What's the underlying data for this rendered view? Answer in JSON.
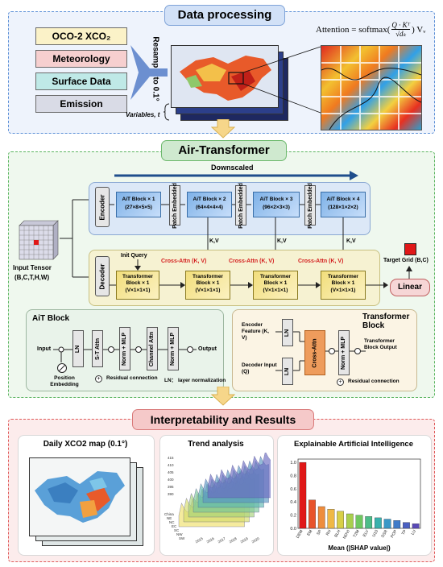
{
  "data_processing": {
    "title": "Data processing",
    "inputs": [
      "OCO-2 XCO₂",
      "Meteorology",
      "Surface Data",
      "Emission"
    ],
    "resample": "Resample to 0.1°",
    "variables": "Variables, t",
    "attention": "Attention = softmax(",
    "attn_num": "Q · Kᵀ",
    "attn_den": "√dₖ",
    "attn_tail": ") Vᵥ"
  },
  "air_transformer": {
    "title": "Air-Transformer",
    "downscaled": "Downscaled",
    "input_tensor": "Input Tensor",
    "input_dims": "(B,C,T,H,W)",
    "encoder": "Encoder",
    "decoder": "Decoder",
    "patch_embedded": "Patch Embedded",
    "enc_blocks": [
      {
        "name": "AiT Block × 1",
        "dims": "(27×8×5×5)"
      },
      {
        "name": "AiT Block × 2",
        "dims": "(64×4×4×4)"
      },
      {
        "name": "AiT Block × 3",
        "dims": "(96×2×3×3)"
      },
      {
        "name": "AiT Block × 4",
        "dims": "(128×1×2×2)"
      }
    ],
    "kv": "K,V",
    "init_query": "Init Query",
    "cross_attn": "Cross-Attn (K, V)",
    "dec_blocks": [
      {
        "name": "Transformer Block × 1",
        "dims": "(V×1×1×1)"
      },
      {
        "name": "Transformer Block × 1",
        "dims": "(V×1×1×1)"
      },
      {
        "name": "Transformer Block × 1",
        "dims": "(V×1×1×1)"
      },
      {
        "name": "Transformer Block × 1",
        "dims": "(V×1×1×1)"
      }
    ],
    "target_grid": "Target Grid (B,C)",
    "linear": "Linear",
    "ait_block": {
      "title": "AiT Block",
      "input": "Input",
      "ln": "LN",
      "st_attn": "S-T Attn",
      "norm_mlp": "Norm + MLP",
      "channel_attn": "Channel Attn",
      "output": "Output",
      "pos_embed": "Position Embedding",
      "residual": "Residual connection",
      "ln_note": "LN： layer normalization"
    },
    "transformer_block": {
      "title": "Transformer Block",
      "enc_feature": "Encoder Feature (K, V)",
      "dec_input": "Decoder Input (Q)",
      "ln": "LN",
      "cross_attn": "Cross-Attn",
      "norm_mlp": "Norm + MLP",
      "output": "Transformer Block Output",
      "residual": "Residual connection"
    }
  },
  "results": {
    "title": "Interpretability and Results",
    "panel1": "Daily XCO2 map (0.1°)",
    "panel2": "Trend analysis",
    "panel3": "Explainable Artificial Intelligence",
    "trend_years": [
      "2015",
      "2016",
      "2017",
      "2018",
      "2019",
      "2020"
    ],
    "trend_y_ticks": [
      "415",
      "410",
      "405",
      "400",
      "395",
      "390"
    ],
    "trend_regions": [
      "China",
      "NE",
      "NC",
      "EC",
      "SC",
      "NW",
      "SW"
    ],
    "shap_xlabel": "Mean (|SHAP value|)"
  },
  "chart_data": {
    "type": "bar",
    "categories": [
      "DEM",
      "EM",
      "SP",
      "RH",
      "BLH",
      "NDVI",
      "T2M",
      "ELV",
      "U10",
      "SSR",
      "POP",
      "TP",
      "LU"
    ],
    "values": [
      1.0,
      0.43,
      0.33,
      0.29,
      0.26,
      0.22,
      0.2,
      0.18,
      0.16,
      0.14,
      0.12,
      0.09,
      0.07
    ],
    "y_ticks": [
      "1.0",
      "0.8",
      "0.6",
      "0.4",
      "0.2",
      "0.0"
    ],
    "ylim": [
      0,
      1.05
    ],
    "xlabel": "Mean (|SHAP value|)",
    "colors": [
      "#e01818",
      "#e8532a",
      "#ee8c3c",
      "#efb845",
      "#d8cf46",
      "#a9cf4d",
      "#6fc760",
      "#4dbc88",
      "#3ab1ad",
      "#3a98c7",
      "#3f7bc9",
      "#4a5fc2",
      "#5a4ab8"
    ]
  },
  "colors": {
    "dp_border": "#5b8fd6",
    "dp_bg": "#eef3fc",
    "at_border": "#5cb561",
    "at_bg": "#eff8ee",
    "ir_border": "#e05a5a",
    "ir_bg": "#fcecec"
  }
}
